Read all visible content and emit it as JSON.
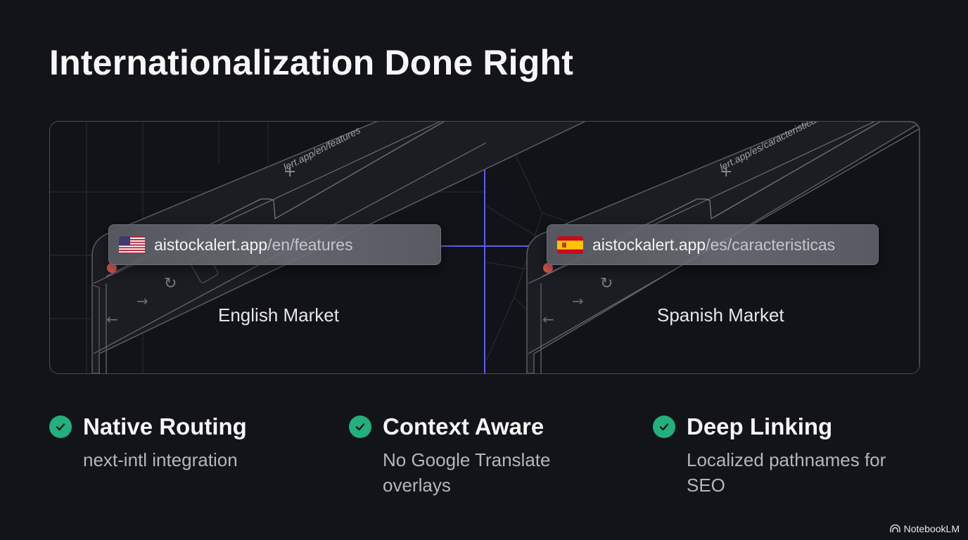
{
  "title": "Internationalization Done Right",
  "panels": [
    {
      "market": "English Market",
      "flag": "us-flag-icon",
      "url_host": "aistockalert.app",
      "url_path": "/en/features",
      "tilted_url": "aistockalert.app/en/features"
    },
    {
      "market": "Spanish Market",
      "flag": "spain-flag-icon",
      "url_host": "aistockalert.app",
      "url_path": "/es/caracteristicas",
      "tilted_url": "aistockalert.app/es/caracteristicas"
    }
  ],
  "features": [
    {
      "icon": "check-circle-icon",
      "title": "Native Routing",
      "desc": "next-intl integration"
    },
    {
      "icon": "check-circle-icon",
      "title": "Context Aware",
      "desc": "No Google Translate overlays"
    },
    {
      "icon": "check-circle-icon",
      "title": "Deep Linking",
      "desc": "Localized pathnames for SEO"
    }
  ],
  "colors": {
    "background": "#131419",
    "accent_green": "#22b07d",
    "divider_purple": "#5b5cf0"
  },
  "brand": {
    "icon": "notebooklm-icon",
    "label": "NotebookLM"
  }
}
